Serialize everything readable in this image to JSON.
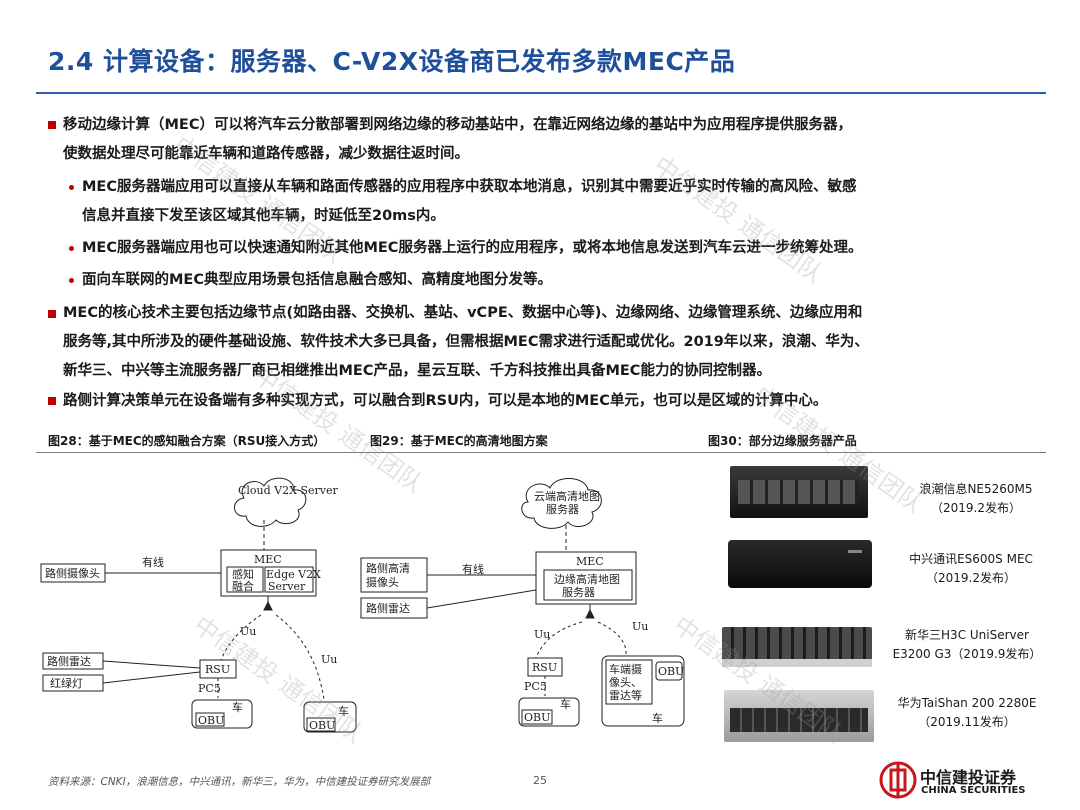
{
  "title": "2.4 计算设备：服务器、C-V2X设备商已发布多款MEC产品",
  "paragraphs": {
    "p1_l1": "移动边缘计算（MEC）可以将汽车云分散部署到网络边缘的移动基站中，在靠近网络边缘的基站中为应用程序提供服务器，",
    "p1_l2": "使数据处理尽可能靠近车辆和道路传感器，减少数据往返时间。",
    "b1_l1": "MEC服务器端应用可以直接从车辆和路面传感器的应用程序中获取本地消息，识别其中需要近乎实时传输的高风险、敏感",
    "b1_l2": "信息并直接下发至该区域其他车辆，时延低至20ms内。",
    "b2": "MEC服务器端应用也可以快速通知附近其他MEC服务器上运行的应用程序，或将本地信息发送到汽车云进一步统筹处理。",
    "b3": "面向车联网的MEC典型应用场景包括信息融合感知、高精度地图分发等。",
    "p2_l1": "MEC的核心技术主要包括边缘节点(如路由器、交换机、基站、vCPE、数据中心等)、边缘网络、边缘管理系统、边缘应用和",
    "p2_l2": "服务等,其中所涉及的硬件基础设施、软件技术大多已具备，但需根据MEC需求进行适配或优化。2019年以来，浪潮、华为、",
    "p2_l3": "新华三、中兴等主流服务器厂商已相继推出MEC产品，星云互联、千方科技推出具备MEC能力的协同控制器。",
    "p3": "路侧计算决策单元在设备端有多种实现方式，可以融合到RSU内，可以是本地的MEC单元，也可以是区域的计算中心。"
  },
  "captions": {
    "fig28": "图28：基于MEC的感知融合方案（RSU接入方式）",
    "fig29": "图29：基于MEC的高清地图方案",
    "fig30": "图30：部分边缘服务器产品"
  },
  "diagram1": {
    "cloud": "Cloud V2X Server",
    "mec": "MEC",
    "sense1": "感知",
    "sense2": "融合",
    "edge1": "Edge V2X",
    "edge2": "Server",
    "wired": "有线",
    "camera": "路侧摄像头",
    "radar": "路侧雷达",
    "light": "红绿灯",
    "uu1": "Uu",
    "uu2": "Uu",
    "rsu": "RSU",
    "pc5": "PC5",
    "obu1": "OBU",
    "car1": "车",
    "obu2": "OBU",
    "car2": "车"
  },
  "diagram2": {
    "cloud1": "云端高清地图",
    "cloud2": "服务器",
    "mec": "MEC",
    "edge1": "边缘高清地图",
    "edge2": "服务器",
    "wired": "有线",
    "camera1": "路侧高清",
    "camera2": "摄像头",
    "radar": "路侧雷达",
    "uu1": "Uu",
    "uu2": "Uu",
    "rsu": "RSU",
    "pc5": "PC5",
    "obu1": "OBU",
    "car1": "车",
    "vs1": "车端摄",
    "vs2": "像头、",
    "vs3": "雷达等",
    "obu2": "OBU",
    "car2": "车"
  },
  "products": [
    {
      "l1": "浪潮信息NE5260M5",
      "l2": "（2019.2发布）"
    },
    {
      "l1": "中兴通讯ES600S MEC",
      "l2": "（2019.2发布）"
    },
    {
      "l1": "新华三H3C UniServer",
      "l2": "E3200 G3（2019.9发布）"
    },
    {
      "l1": "华为TaiShan 200 2280E",
      "l2": "（2019.11发布）"
    }
  ],
  "footer": "资料来源：CNKI，浪潮信息，中兴通讯，新华三，华为，中信建投证券研究发展部",
  "page_number": "25",
  "logo": {
    "cn": "中信建投证券",
    "en": "CHINA SECURITIES"
  },
  "watermark": "中信建投 通信团队",
  "colors": {
    "title": "#1f4e9b",
    "bullet": "#c00000",
    "rule": "#2e5ca8",
    "logo_red": "#c8161d"
  }
}
